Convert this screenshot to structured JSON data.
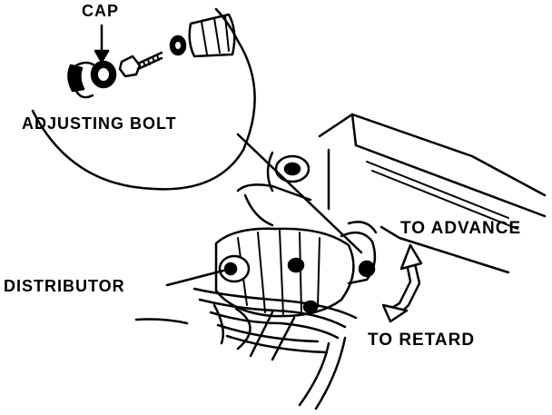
{
  "labels": {
    "cap": "CAP",
    "adjusting_bolt": "ADJUSTING BOLT",
    "distributor": "DISTRIBUTOR",
    "to_advance": "TO ADVANCE",
    "to_retard": "TO RETARD"
  },
  "colors": {
    "ink": "#000000",
    "paper": "#ffffff"
  }
}
